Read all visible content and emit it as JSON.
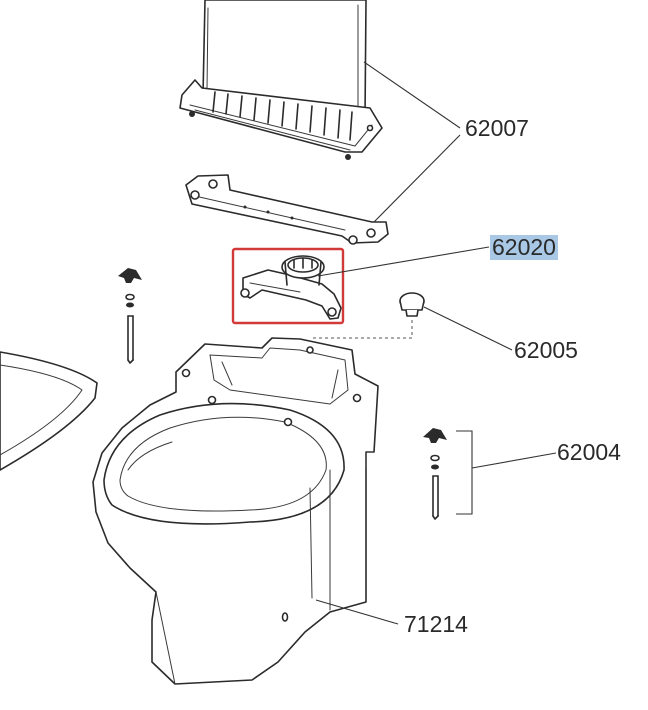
{
  "parts": [
    {
      "number": "62007",
      "highlighted": false
    },
    {
      "number": "62020",
      "highlighted": true
    },
    {
      "number": "62005",
      "highlighted": false
    },
    {
      "number": "62004",
      "highlighted": false
    },
    {
      "number": "71214",
      "highlighted": false
    }
  ],
  "colors": {
    "highlight_label_bg": "#a9c8e6",
    "selection_box": "#d23a3a",
    "line": "#2b2b2b"
  }
}
